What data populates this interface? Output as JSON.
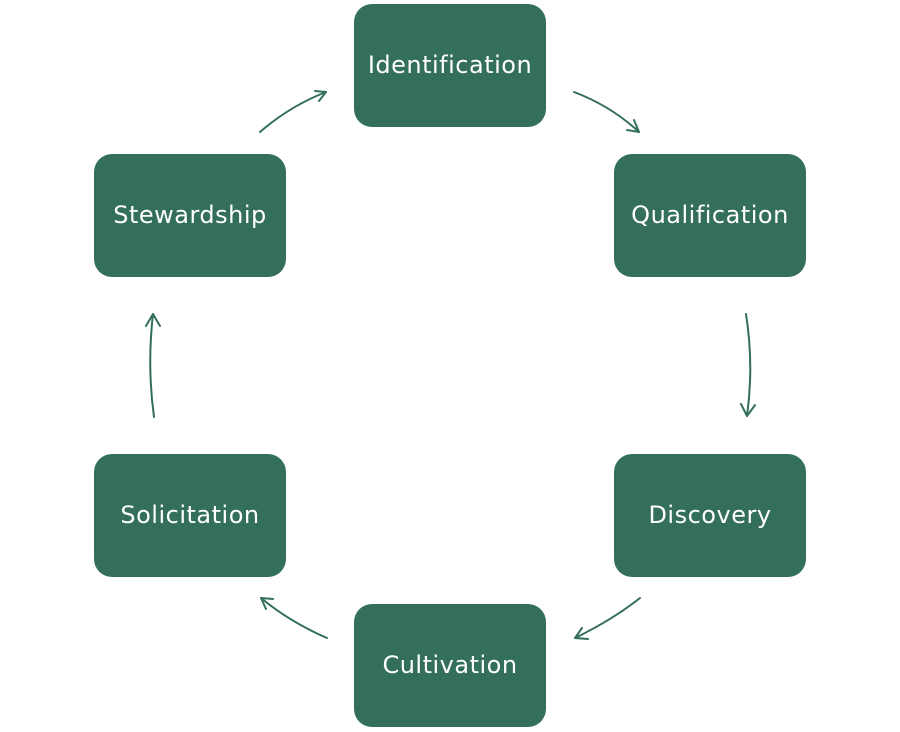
{
  "diagram": {
    "type": "cycle",
    "colors": {
      "node_fill": "#336f5a",
      "node_text": "#ffffff",
      "arrow": "#336f5a",
      "background": "#ffffff"
    },
    "stages": [
      {
        "label": "Identification"
      },
      {
        "label": "Qualification"
      },
      {
        "label": "Discovery"
      },
      {
        "label": "Cultivation"
      },
      {
        "label": "Solicitation"
      },
      {
        "label": "Stewardship"
      }
    ],
    "flow": [
      {
        "from": "Identification",
        "to": "Qualification"
      },
      {
        "from": "Qualification",
        "to": "Discovery"
      },
      {
        "from": "Discovery",
        "to": "Cultivation"
      },
      {
        "from": "Cultivation",
        "to": "Solicitation"
      },
      {
        "from": "Solicitation",
        "to": "Stewardship"
      },
      {
        "from": "Stewardship",
        "to": "Identification"
      }
    ]
  }
}
